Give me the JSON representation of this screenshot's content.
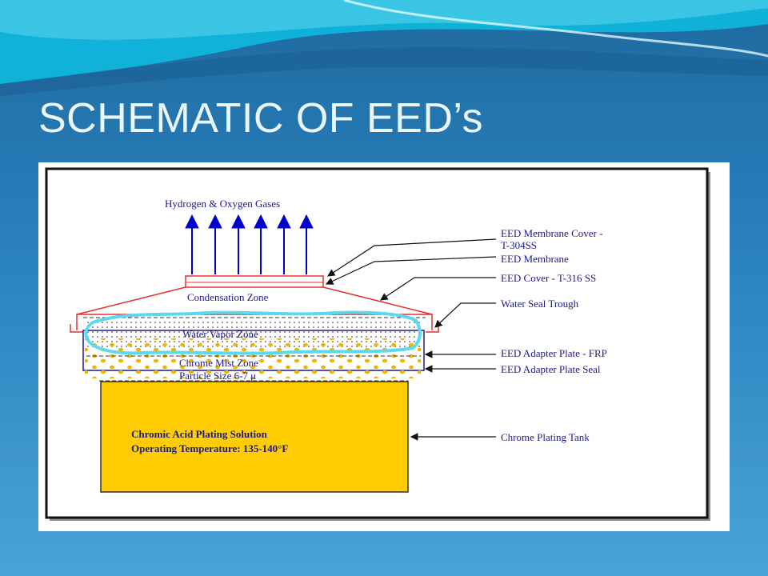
{
  "slide": {
    "title": "SCHEMATIC OF EED’s",
    "colors": {
      "background": "#2a82bf",
      "title": "#e9f6fb",
      "solution": "#ffcc00",
      "cover": "#e53030",
      "mist": "#5ad9f0"
    }
  },
  "diagram": {
    "gases_label": "Hydrogen & Oxygen Gases",
    "zones": {
      "condensation": "Condensation Zone",
      "water_vapor": "Water Vapor Zone",
      "chrome_mist": "Chrome Mist Zone",
      "particle_size": "Particle Size 6-7 μ"
    },
    "tank": {
      "line1": "Chromic Acid Plating Solution",
      "line2": "Operating Temperature: 135-140°F"
    },
    "callouts": {
      "membrane_cover_1": "EED Membrane Cover -",
      "membrane_cover_2": "T-304SS",
      "membrane": "EED Membrane",
      "cover": "EED Cover - T-316 SS",
      "water_seal": "Water Seal Trough",
      "adapter_plate": "EED Adapter Plate - FRP",
      "adapter_seal": "EED Adapter Plate Seal",
      "tank": "Chrome Plating Tank"
    }
  }
}
